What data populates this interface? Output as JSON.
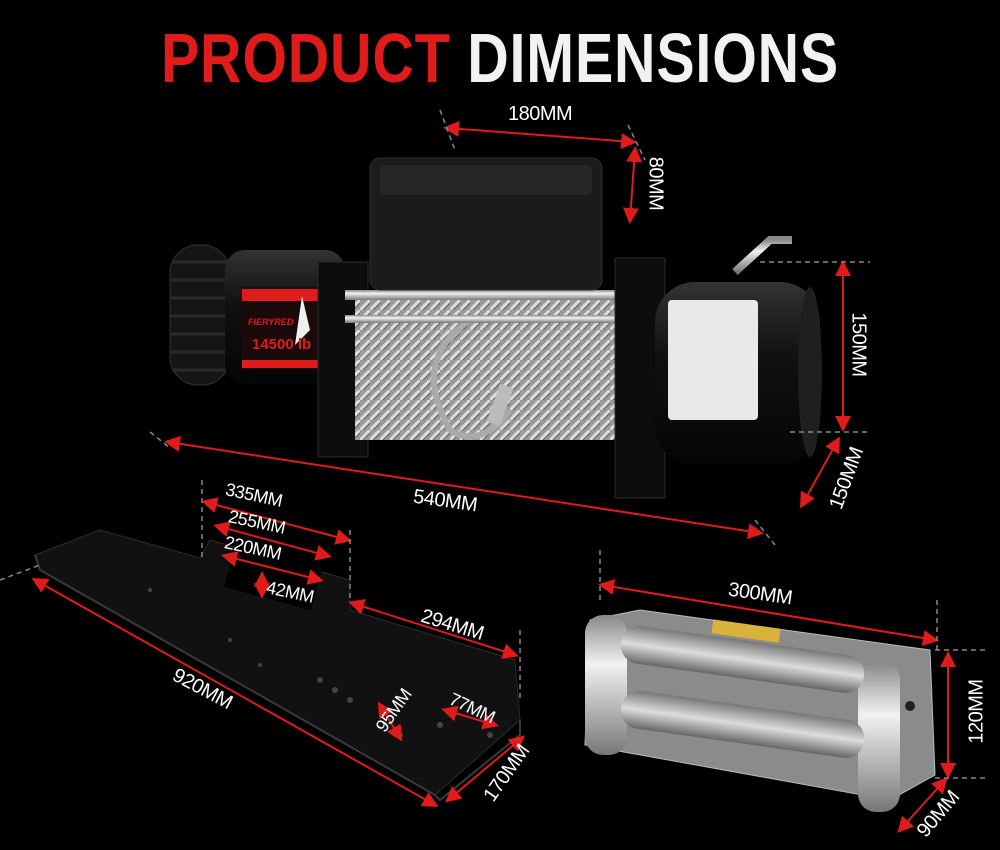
{
  "title": {
    "word1": "PRODUCT",
    "word2": "DIMENSIONS"
  },
  "colors": {
    "accent_red": "#e01b1b",
    "text_white": "#f2f2f2",
    "background": "#000000"
  },
  "winch": {
    "brand": "FIERYRED",
    "capacity": "14500 lb",
    "dimensions": {
      "box_width": "180MM",
      "box_height": "80MM",
      "height": "150MM",
      "depth": "150MM",
      "length": "540MM"
    }
  },
  "mounting_plate": {
    "dimensions": {
      "hole_span_outer": "335MM",
      "hole_span_middle": "255MM",
      "hole_span_inner": "220MM",
      "slot_height": "42MM",
      "flange_length": "294MM",
      "length": "920MM",
      "hole_spacing_a": "95MM",
      "hole_spacing_b": "77MM",
      "width": "170MM"
    }
  },
  "roller_fairlead": {
    "dimensions": {
      "width": "300MM",
      "height": "120MM",
      "depth": "90MM"
    }
  }
}
